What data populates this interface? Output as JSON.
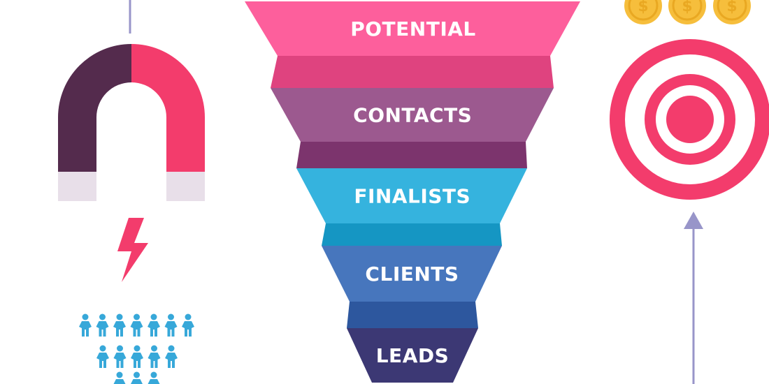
{
  "funnel": {
    "stages": [
      {
        "label": "POTENTIAL",
        "color": "#fd5f9c",
        "fold": "#df437f"
      },
      {
        "label": "CONTACTS",
        "color": "#9c598f",
        "fold": "#7c346d"
      },
      {
        "label": "FINALISTS",
        "color": "#35b3de",
        "fold": "#1596c3"
      },
      {
        "label": "CLIENTS",
        "color": "#4776bd",
        "fold": "#2d579e"
      },
      {
        "label": "LEADS",
        "color": "#3c3874",
        "fold": null
      }
    ]
  },
  "icons": {
    "magnet": {
      "name": "magnet-icon",
      "left_color": "#542b4d",
      "right_color": "#f33c6c",
      "tip_color": "#e8dfe9"
    },
    "bolt": {
      "name": "lightning-bolt-icon",
      "color": "#f33c6c"
    },
    "people": {
      "name": "people-crowd-icon",
      "color": "#37a8d9"
    },
    "target": {
      "name": "target-icon",
      "color": "#f33c6c"
    },
    "coins": {
      "name": "coin-icon",
      "color": "#f6be3c",
      "symbol": "$"
    },
    "arrow": {
      "name": "arrow-up-icon",
      "color": "#9895c9"
    }
  }
}
